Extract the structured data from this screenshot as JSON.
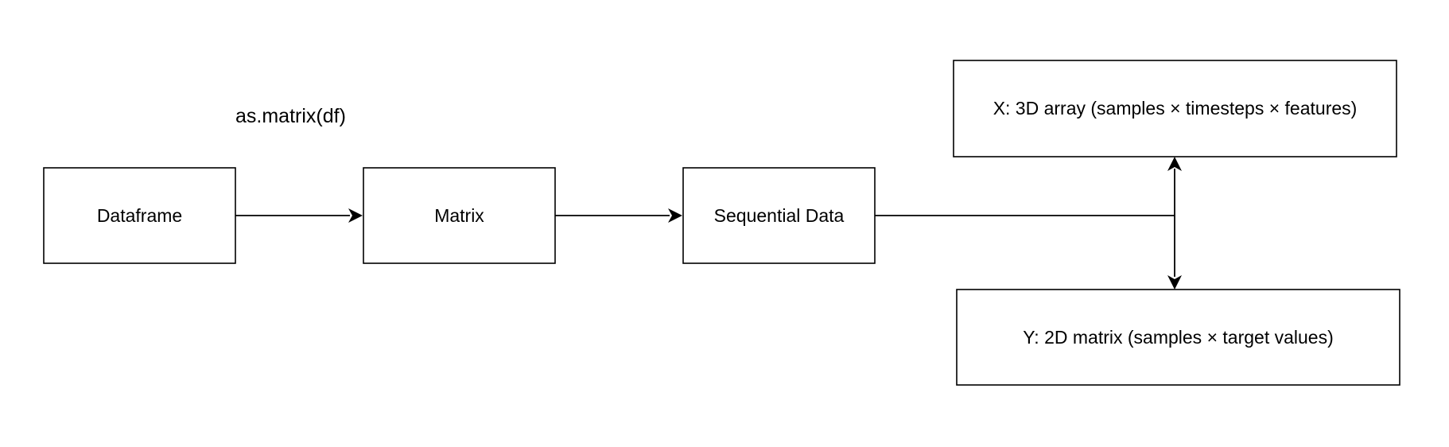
{
  "diagram": {
    "nodes": {
      "dataframe": "Dataframe",
      "matrix": "Matrix",
      "sequential": "Sequential Data",
      "x_output": "X: 3D array (samples × timesteps × features)",
      "y_output": "Y: 2D matrix (samples × target values)"
    },
    "edge_labels": {
      "dataframe_to_matrix": "as.matrix(df)"
    }
  }
}
